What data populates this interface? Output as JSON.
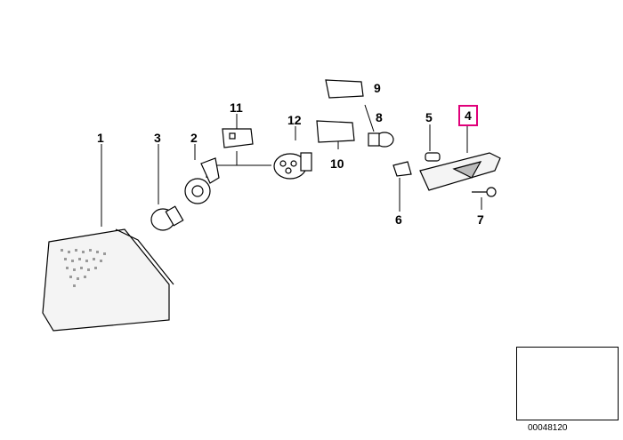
{
  "parts": [
    {
      "number": "1",
      "name": "part-1-label"
    },
    {
      "number": "2",
      "name": "part-2-label"
    },
    {
      "number": "3",
      "name": "part-3-label"
    },
    {
      "number": "4",
      "name": "part-4-label",
      "highlighted": true
    },
    {
      "number": "5",
      "name": "part-5-label"
    },
    {
      "number": "6",
      "name": "part-6-label"
    },
    {
      "number": "7",
      "name": "part-7-label"
    },
    {
      "number": "8",
      "name": "part-8-label"
    },
    {
      "number": "9",
      "name": "part-9-label"
    },
    {
      "number": "10",
      "name": "part-10-label"
    },
    {
      "number": "11",
      "name": "part-11-label"
    },
    {
      "number": "12",
      "name": "part-12-label"
    }
  ],
  "highlight_color": "#e0007a",
  "diagram_code": "00048120"
}
